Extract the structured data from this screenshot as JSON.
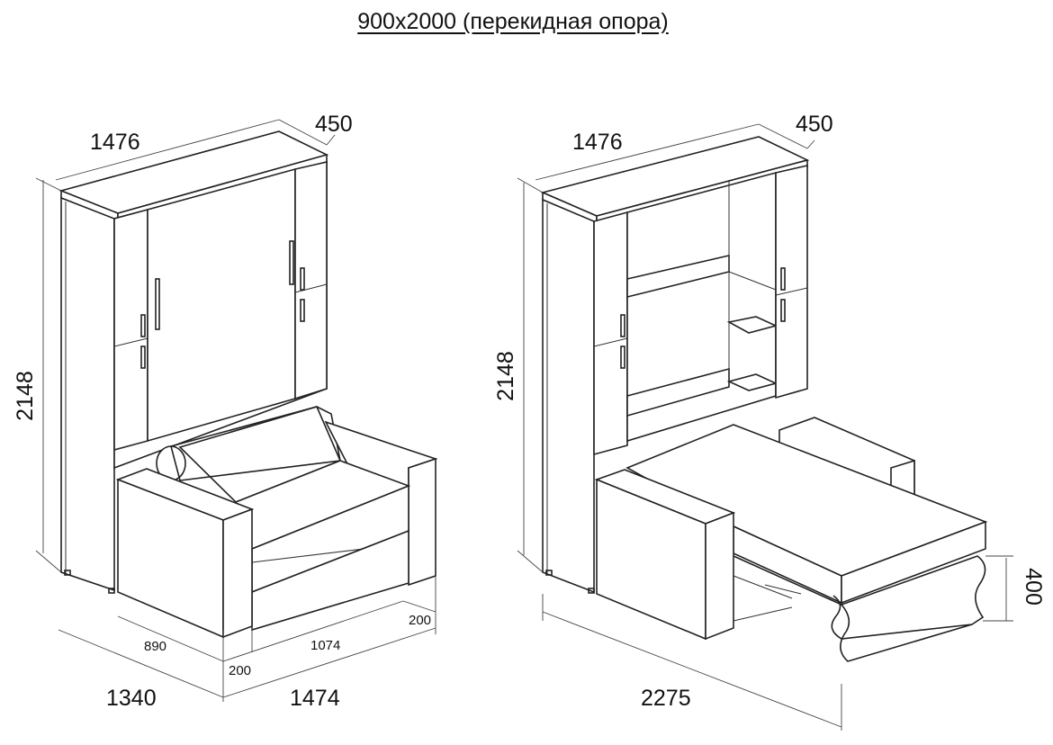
{
  "title": "900х2000 (перекидная опора)",
  "left_view": {
    "width": "1476",
    "depth": "450",
    "height": "2148",
    "sofa_depth_a": "890",
    "sofa_width": "1074",
    "armrest_right": "200",
    "armrest_left": "200",
    "total_depth": "1340",
    "total_width": "1474"
  },
  "right_view": {
    "width": "1476",
    "depth": "450",
    "height": "2148",
    "leg_height": "400",
    "total_length": "2275"
  }
}
